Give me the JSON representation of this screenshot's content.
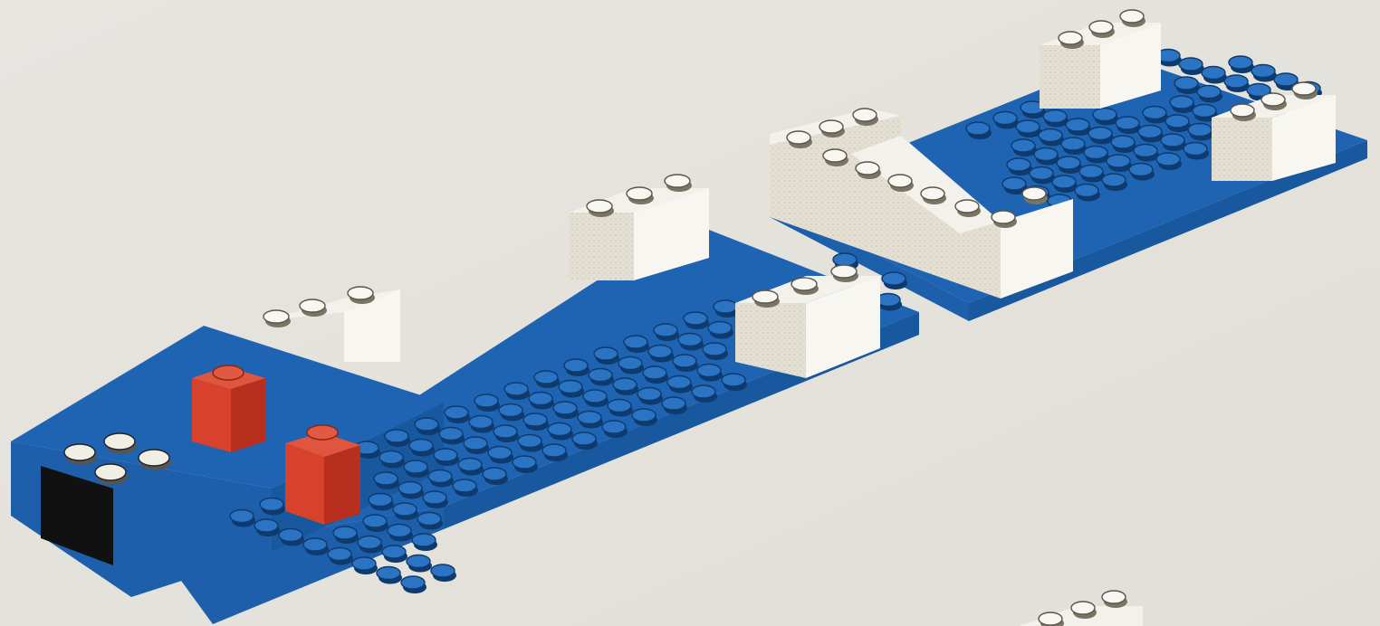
{
  "scene": {
    "kind": "illustration",
    "subject": "lego-build-instructions",
    "colors": {
      "background": "#e6e4df",
      "blue_top": "#1e64b2",
      "blue_side": "#17589f",
      "blue_front": "#1d5fab",
      "stud_top": "#2a74c3",
      "stud_shadow": "#0e3a6e",
      "white_top": "#f2f1ec",
      "white_side": "#e3dfd2",
      "white_front": "#f7f6f1",
      "red_top": "#d8412b",
      "red_side": "#b92f1f",
      "black": "#111111"
    },
    "parts": [
      "left-plate-assembly",
      "right-plate-assembly",
      "white-bricks",
      "red-bricks",
      "black-brick-block",
      "partial-brick-bottom"
    ]
  }
}
